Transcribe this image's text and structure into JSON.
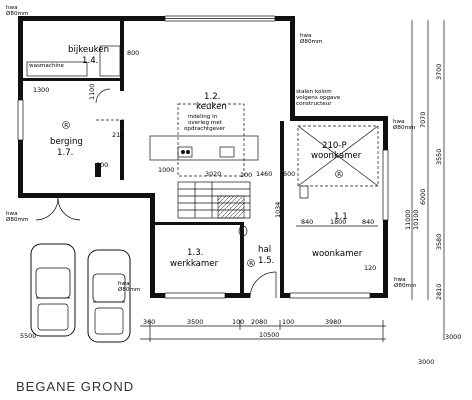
{
  "title": "BEGANE GROND",
  "rooms": {
    "bijkeuken_name": "bijkeuken",
    "bijkeuken_num": "1.4.",
    "wasmachine": "wasmachine",
    "keuken_num": "1.2.",
    "keuken_name": "keuken",
    "keuken_note1": "indeling in",
    "keuken_note2": "overleg met",
    "keuken_note3": "opdrachtgever",
    "berging_name": "berging",
    "berging_num": "1.7.",
    "woonkamer_top_num": "210-P",
    "woonkamer_top_name": "woonkamer",
    "werkkamer_num": "1.3.",
    "werkkamer_name": "werkkamer",
    "hal_name": "hal",
    "hal_num": "1.5.",
    "woonkamer_name": "woonkamer",
    "woonkamer_num": "1.1"
  },
  "notes": {
    "hwa_label": "hwa",
    "hwa_size": "Ø80mm",
    "staal1": "stalen kolom",
    "staal2": "volgens opgave",
    "staal3": "constructeur",
    "symbol_r": "R"
  },
  "dims": {
    "d800": "800",
    "d1300": "1300",
    "d1100": "1100",
    "d210": "210",
    "d1000": "1000",
    "d3020": "3020",
    "d1460": "1460",
    "d600": "600",
    "d840a": "840",
    "d1800": "1800",
    "d840b": "840",
    "d120": "120",
    "d100": "100",
    "d1034": "1034",
    "b360a": "360",
    "b3500": "3500",
    "b100a": "100",
    "b2080": "2080",
    "b100b": "100",
    "b3980": "3980",
    "b10500": "10500",
    "b3000": "3000",
    "b3000r": "3000",
    "l5500": "5500",
    "v3700": "3700",
    "v3550": "3550",
    "v6000": "6000",
    "v3580": "3580",
    "v2810": "2810",
    "v11000": "11000",
    "v10100": "10100",
    "v7070": "7070"
  }
}
